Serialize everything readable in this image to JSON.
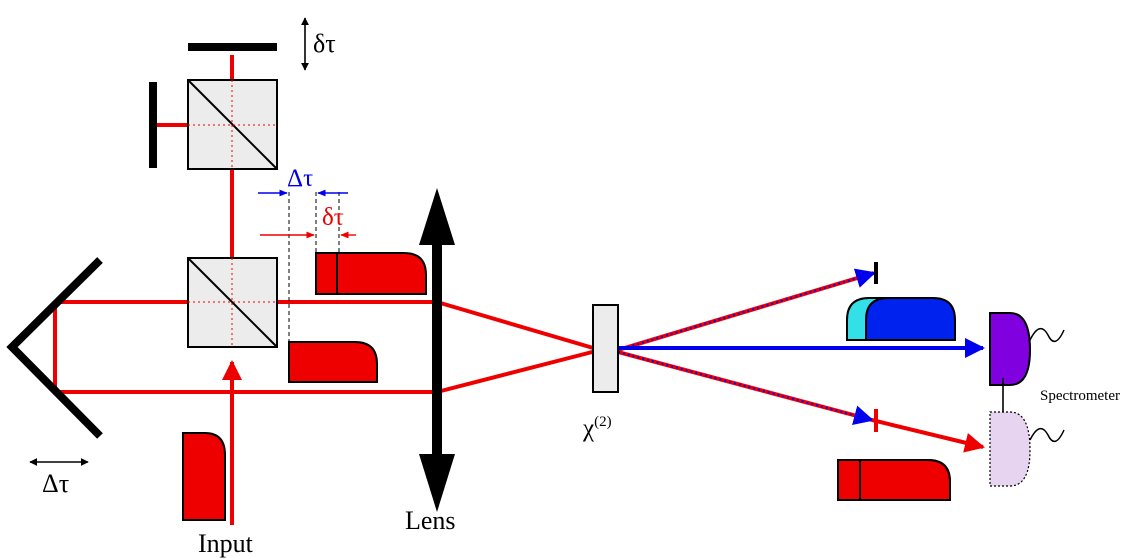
{
  "labels": {
    "delay_top": "δτ",
    "delta_tau_blue": "Δτ",
    "delta_tau_red": "δτ",
    "delta_tau_mirror": "Δτ",
    "input": "Input",
    "lens": "Lens",
    "chi_base": "χ",
    "chi_sup": "(2)",
    "spectrometer": "Spectrometer"
  },
  "colors": {
    "beam_red": "#ee0000",
    "beam_blue": "#0000ee",
    "pulse_red": "#ee0000",
    "pulse_blue": "#0022ee",
    "pulse_cyan": "#33e0e8",
    "detector_purple": "#8000e0",
    "detector_ghost": "#e6d4f0",
    "optic_gray": "#ececec",
    "ink": "#000000"
  },
  "icons": {
    "beamsplitter": "beamsplitter-cube-icon",
    "mirror": "mirror-icon",
    "lens": "lens-double-arrow-icon",
    "crystal": "nonlinear-crystal-icon",
    "detector": "detector-icon"
  }
}
